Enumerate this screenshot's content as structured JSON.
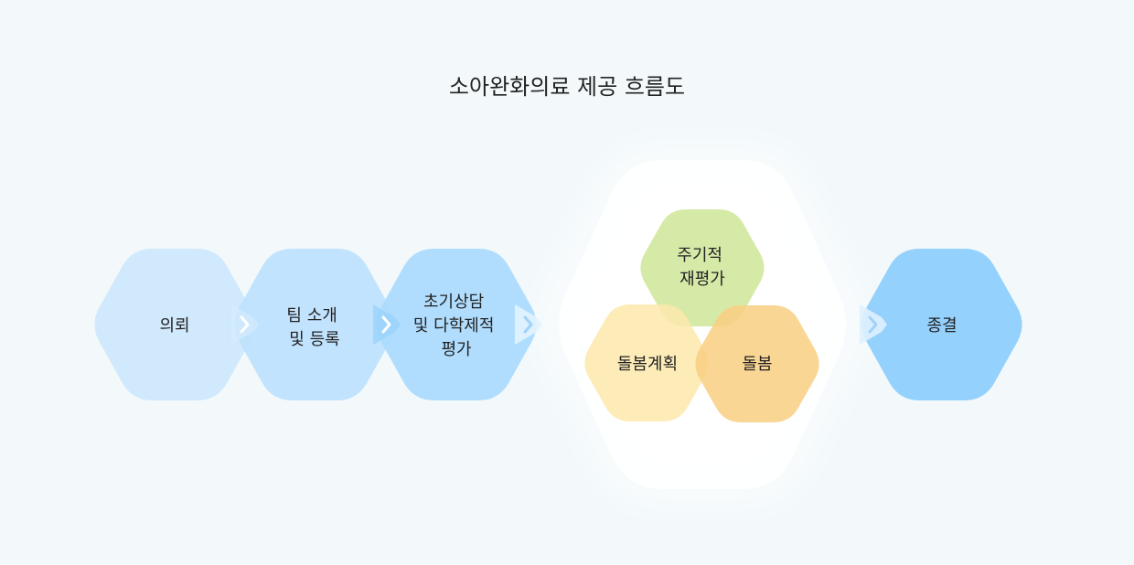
{
  "title": "소아완화의료 제공 흐름도",
  "colors": {
    "background": "#f3f9fb",
    "stage_1": "#cde8fd",
    "stage_2": "#bfe2fd",
    "stage_3": "#acdbfd",
    "stage_4": "#8ecffd",
    "periodic_review": "#d3e8a1",
    "care_plan": "#fde7ac",
    "care": "#f9cf82",
    "highlight_halo": "#ffffff",
    "text": "#222222"
  },
  "stages": [
    {
      "label_lines": [
        "의뢰"
      ]
    },
    {
      "label_lines": [
        "팀 소개",
        "및 등록"
      ]
    },
    {
      "label_lines": [
        "초기상담",
        "및 다학제적",
        "평가"
      ]
    },
    {
      "label_lines": [
        "종결"
      ]
    }
  ],
  "cycle": {
    "periodic_review": {
      "label_lines": [
        "주기적",
        "재평가"
      ]
    },
    "care_plan": {
      "label_lines": [
        "돌봄계획"
      ]
    },
    "care": {
      "label_lines": [
        "돌봄"
      ]
    }
  },
  "icons": {
    "connector": "chevron-right-icon"
  }
}
